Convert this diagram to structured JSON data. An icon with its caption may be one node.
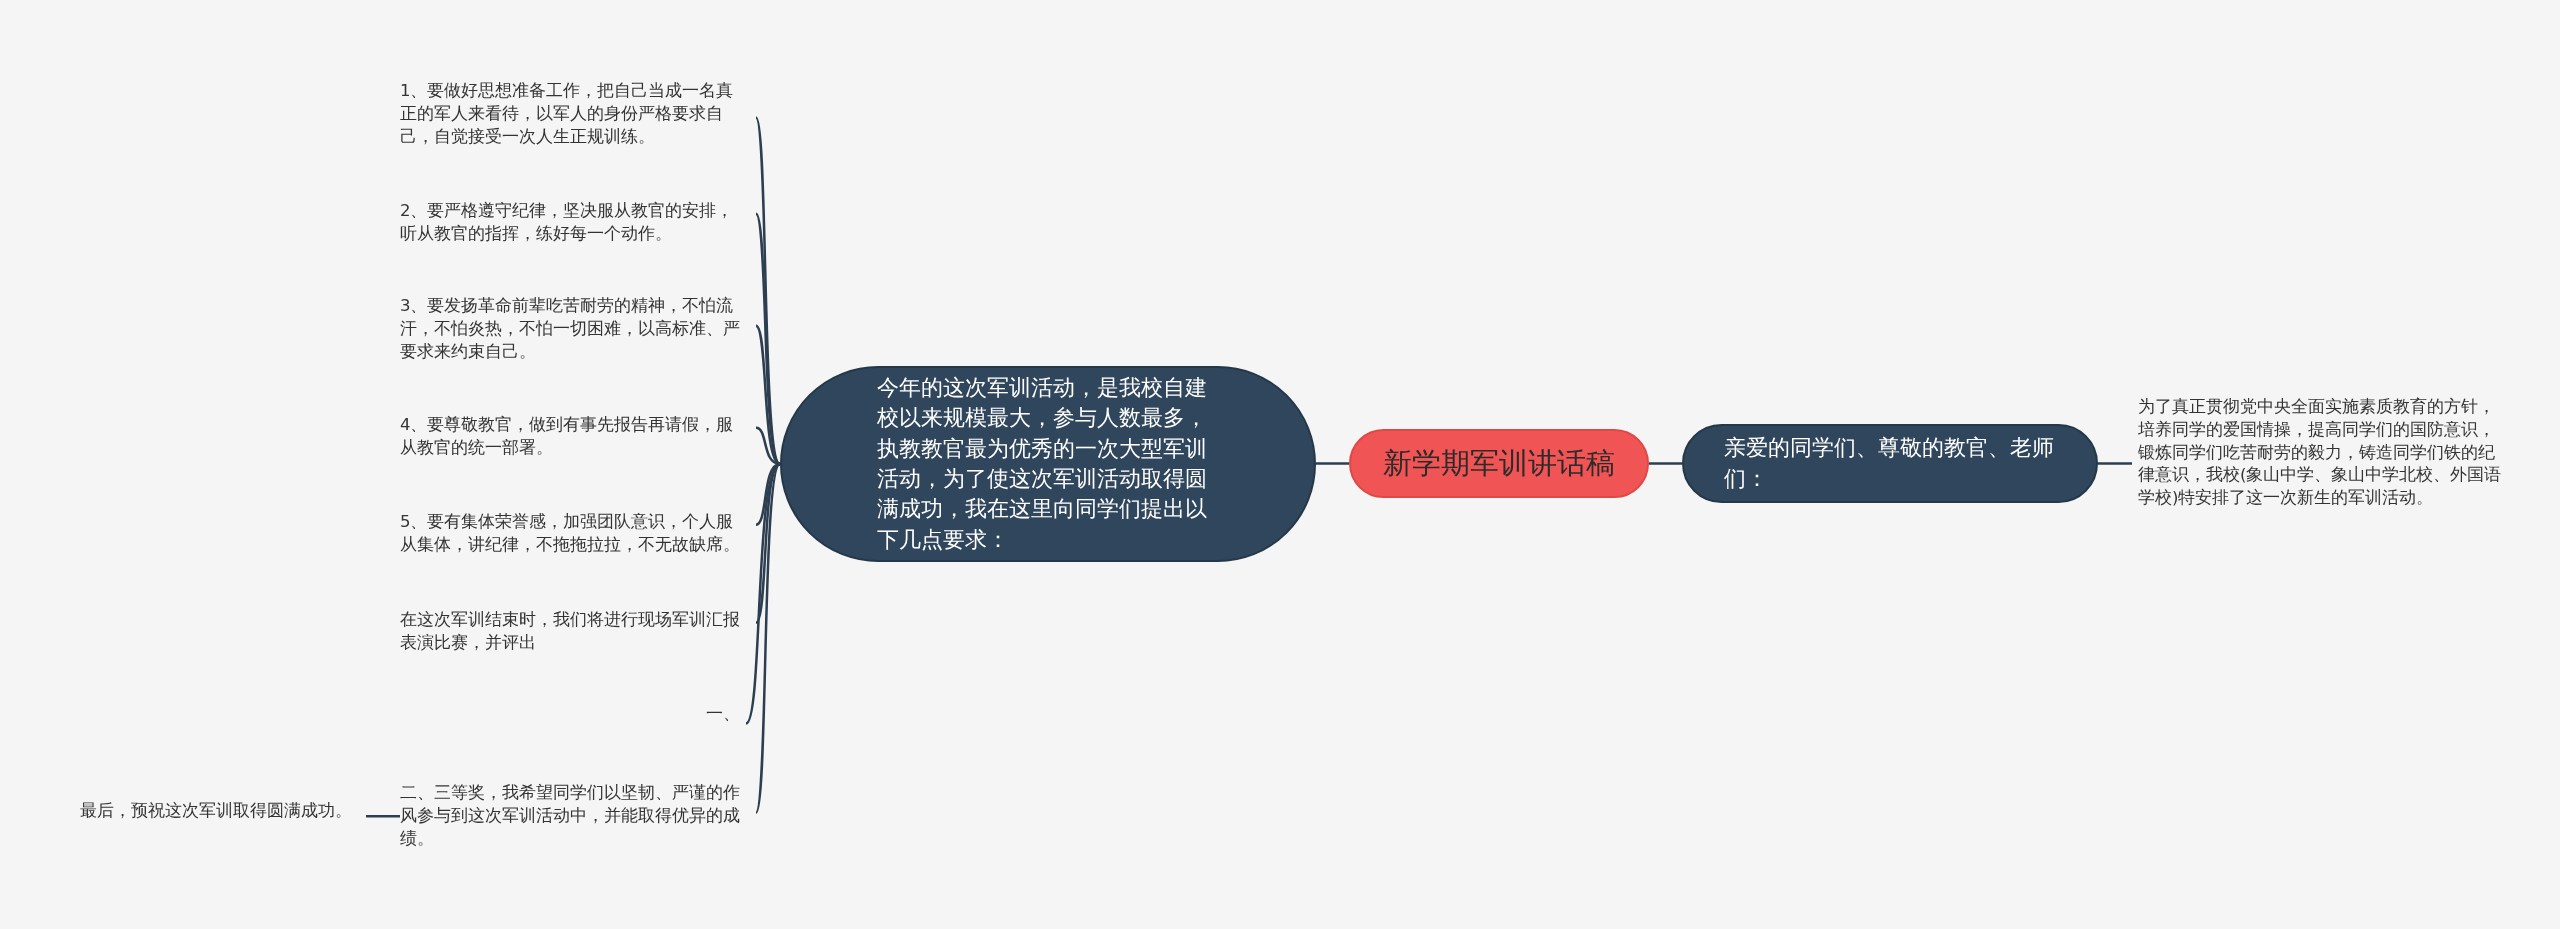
{
  "diagram": {
    "nodes": [
      {
        "text": [
          "新学期军训讲话稿"
        ]
      },
      {
        "text": [
          "今年的这次军训活动，是我校自建校以来规模最大，参与人数最多，执教教官最为优秀的一次大型军训活动，为了使这次军训活动取得圆满成功，我在这里向同学们提出以下几点要求："
        ]
      },
      {
        "text": [
          "1、要做好思想准备工作，把自己当成一名真正的军人来看待，以军人的身份严格要求自己，自觉接受一次人生正规训练。"
        ]
      },
      {
        "text": [
          "2、要严格遵守纪律，坚决服从教官的安排，听从教官的指挥，练好每一个动作。"
        ]
      },
      {
        "text": [
          "3、要发扬革命前辈吃苦耐劳的精神，不怕流汗，不怕炎热，不怕一切困难，以高标准、严要求来约束自己。"
        ]
      },
      {
        "text": [
          "4、要尊敬教官，做到有事先报告再请假，服从教官的统一部署。"
        ]
      },
      {
        "text": [
          "5、要有集体荣誉感，加强团队意识，个人服从集体，讲纪律，不拖拖拉拉，不无故缺席。"
        ]
      },
      {
        "text": [
          "在这次军训结束时，我们将进行现场军训汇报表演比赛，并评出"
        ]
      },
      {
        "text": [
          "一、"
        ]
      },
      {
        "text": [
          "二、三等奖，我希望同学们以坚韧、严谨的作风参与到这次军训活动中，并能取得优异的成绩。"
        ]
      },
      {
        "text": [
          "最后，预祝这次军训取得圆满成功。"
        ]
      },
      {
        "text": [
          "亲爱的同学们、尊敬的教官、老师们："
        ]
      },
      {
        "text": [
          "为了真正贯彻党中央全面实施素质教育的方针，培养同学的爱国情操，提高同学们的国防意识，锻炼同学们吃苦耐劳的毅力，铸造同学们铁的纪律意识，我校(象山中学、象山中学北校、外国语学校)特安排了这一次新生的军训活动。"
        ]
      }
    ],
    "edges": [
      {
        "from": 0,
        "to": 1,
        "arrow": "none"
      },
      {
        "from": 1,
        "to": 2,
        "arrow": "none"
      },
      {
        "from": 1,
        "to": 3,
        "arrow": "none"
      },
      {
        "from": 1,
        "to": 4,
        "arrow": "none"
      },
      {
        "from": 1,
        "to": 5,
        "arrow": "none"
      },
      {
        "from": 1,
        "to": 6,
        "arrow": "none"
      },
      {
        "from": 1,
        "to": 7,
        "arrow": "none"
      },
      {
        "from": 1,
        "to": 8,
        "arrow": "none"
      },
      {
        "from": 1,
        "to": 9,
        "arrow": "none"
      },
      {
        "from": 9,
        "to": 10,
        "arrow": "none"
      },
      {
        "from": 0,
        "to": 11,
        "arrow": "none"
      },
      {
        "from": 11,
        "to": 12,
        "arrow": "none"
      }
    ]
  }
}
